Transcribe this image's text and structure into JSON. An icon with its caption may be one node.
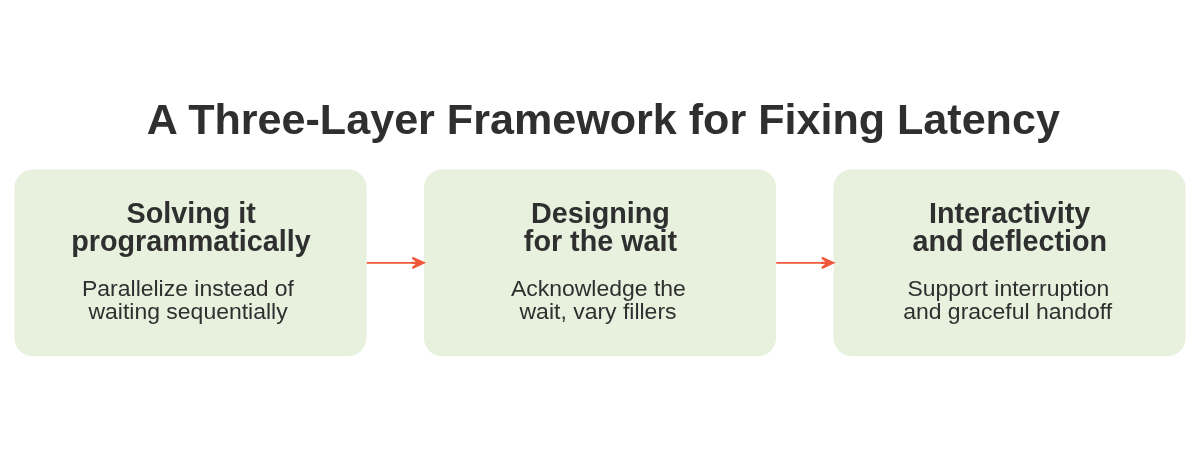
{
  "diagram": {
    "title": "A Three-Layer Framework for Fixing Latency",
    "nodes": [
      {
        "text": [
          "Solving it programmatically",
          "Parallelize instead of waiting sequentially"
        ]
      },
      {
        "text": [
          "Designing for the wait",
          "Acknowledge the wait, vary fillers"
        ]
      },
      {
        "text": [
          "Interactivity and deflection",
          "Support interruption and graceful handoff"
        ]
      }
    ],
    "edges": [
      {
        "from": 0,
        "to": 1,
        "arrow": "to"
      },
      {
        "from": 1,
        "to": 2,
        "arrow": "to"
      }
    ]
  }
}
